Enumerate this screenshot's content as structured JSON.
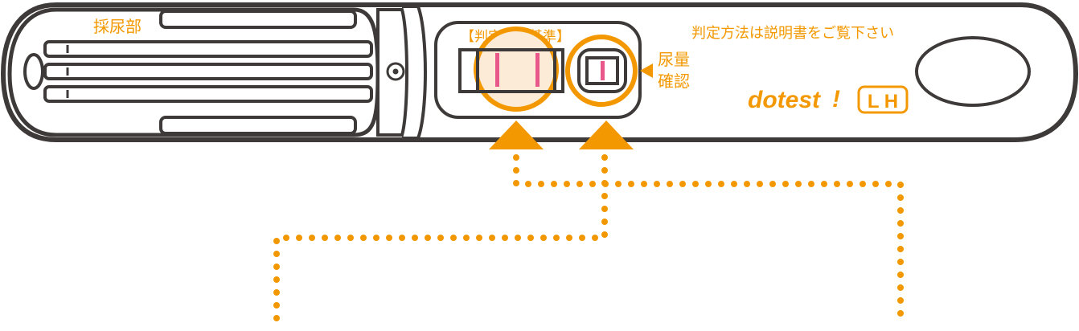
{
  "labels": {
    "sampling_area": "採尿部",
    "result_window": "【判定】",
    "reference_window": "【基準】",
    "urine_check_line1": "尿量",
    "urine_check_line2": "確認",
    "instructions": "判定方法は説明書をご覧下さい",
    "brand": "dotest",
    "brand_mark": "!",
    "product_variant": "L H"
  },
  "colors": {
    "outline": "#3E3A39",
    "accent": "#F39800",
    "test_line": "#E8588A",
    "highlight_fill": "#FCEBD6",
    "body_fill": "#FFFFFF"
  }
}
